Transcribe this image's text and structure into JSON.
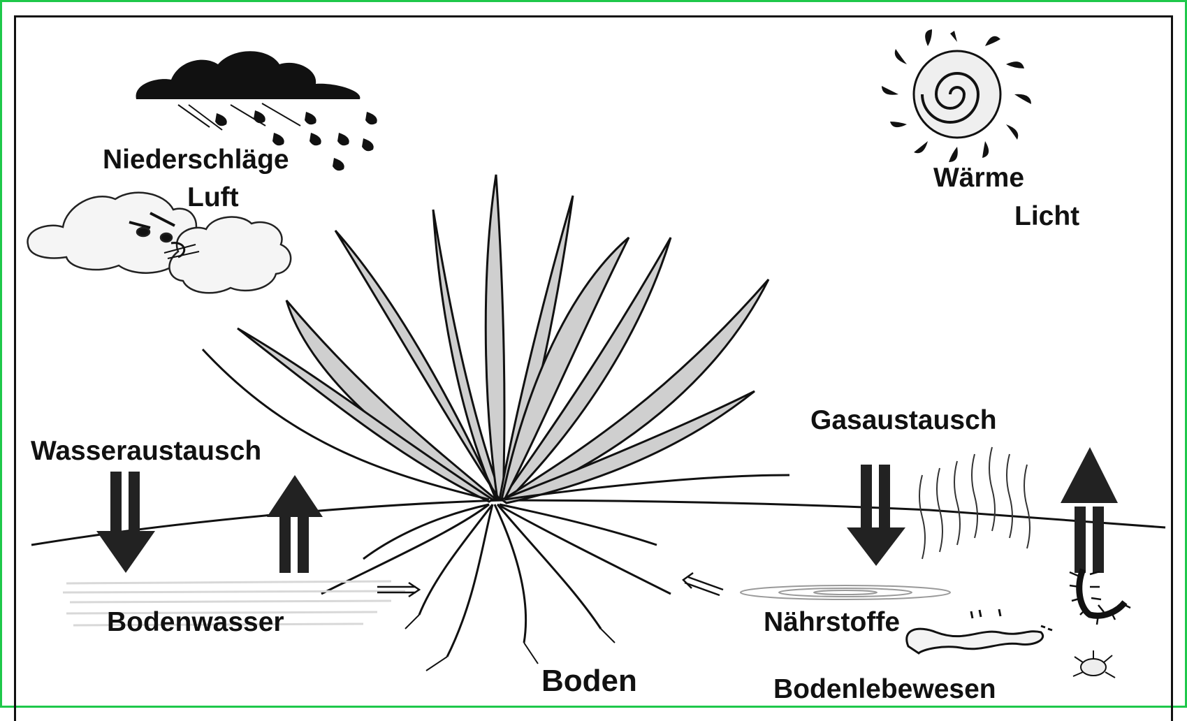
{
  "labels": {
    "niederschlaege": "Niederschläge",
    "luft": "Luft",
    "waerme": "Wärme",
    "licht": "Licht",
    "wasseraustausch": "Wasseraustausch",
    "gasaustausch": "Gasaustausch",
    "bodenwasser": "Bodenwasser",
    "naehrstoffe": "Nährstoffe",
    "boden": "Boden",
    "bodenlebewesen": "Bodenlebewesen"
  },
  "colors": {
    "frame_outer": "#1ec84a",
    "ink": "#111111",
    "background": "#ffffff"
  },
  "icons": [
    "rain-cloud-icon",
    "wind-cloud-face-icon",
    "sun-icon",
    "grass-plant-icon",
    "root-system-icon",
    "millipede-icon",
    "earthworm-icon",
    "beetle-icon"
  ]
}
